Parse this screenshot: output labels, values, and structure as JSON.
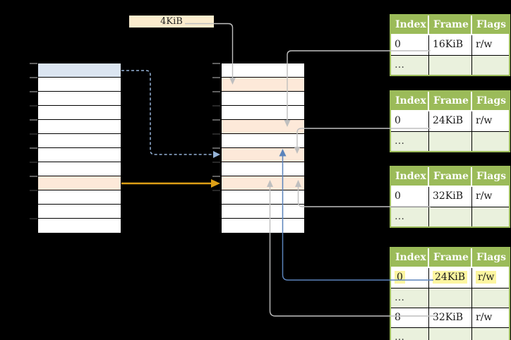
{
  "page_size_label": {
    "text": "4KiB"
  },
  "memory_columns": {
    "virtual": {
      "rows": [
        "blue",
        "white",
        "white",
        "white",
        "white",
        "white",
        "white",
        "white",
        "orange",
        "white",
        "white",
        "white"
      ]
    },
    "physical": {
      "rows": [
        "white",
        "orange",
        "white",
        "white",
        "orange",
        "white",
        "orange",
        "white",
        "orange",
        "white",
        "white",
        "white"
      ]
    }
  },
  "page_tables": [
    {
      "name": "page-table-16kib",
      "headers": [
        "Index",
        "Frame",
        "Flags"
      ],
      "rows": [
        {
          "cells": [
            "0",
            "16KiB",
            "r/w"
          ],
          "shade": "white",
          "highlight": false
        },
        {
          "cells": [
            "…",
            "",
            ""
          ],
          "shade": "green",
          "highlight": false
        }
      ]
    },
    {
      "name": "page-table-24kib",
      "headers": [
        "Index",
        "Frame",
        "Flags"
      ],
      "rows": [
        {
          "cells": [
            "0",
            "24KiB",
            "r/w"
          ],
          "shade": "white",
          "highlight": false
        },
        {
          "cells": [
            "…",
            "",
            ""
          ],
          "shade": "green",
          "highlight": false
        }
      ]
    },
    {
      "name": "page-table-32kib",
      "headers": [
        "Index",
        "Frame",
        "Flags"
      ],
      "rows": [
        {
          "cells": [
            "0",
            "32KiB",
            "r/w"
          ],
          "shade": "white",
          "highlight": false
        },
        {
          "cells": [
            "…",
            "",
            ""
          ],
          "shade": "green",
          "highlight": false
        }
      ]
    },
    {
      "name": "page-table-level2",
      "headers": [
        "Index",
        "Frame",
        "Flags"
      ],
      "rows": [
        {
          "cells": [
            "0",
            "24KiB",
            "r/w"
          ],
          "shade": "white",
          "highlight": true
        },
        {
          "cells": [
            "…",
            "",
            ""
          ],
          "shade": "green",
          "highlight": false
        },
        {
          "cells": [
            "8",
            "32KiB",
            "r/w"
          ],
          "shade": "white",
          "highlight": false
        },
        {
          "cells": [
            "…",
            "",
            ""
          ],
          "shade": "green",
          "highlight": false
        }
      ]
    }
  ],
  "colors": {
    "background": "#000000",
    "row_blue": "#dbe5f1",
    "row_orange": "#fde9d9",
    "header_green": "#9bbb59",
    "row_light_green": "#eaf1dd",
    "label_cream": "#fbeccd",
    "highlight_yellow": "#fcf5a0",
    "line_gray": "#bfbfbf",
    "tick_gray": "#7f7f7f",
    "arrow_gold": "#dd9f16",
    "arrow_blue_dashed": "#95b3d7",
    "arrow_blue_solid": "#5b83bb"
  }
}
